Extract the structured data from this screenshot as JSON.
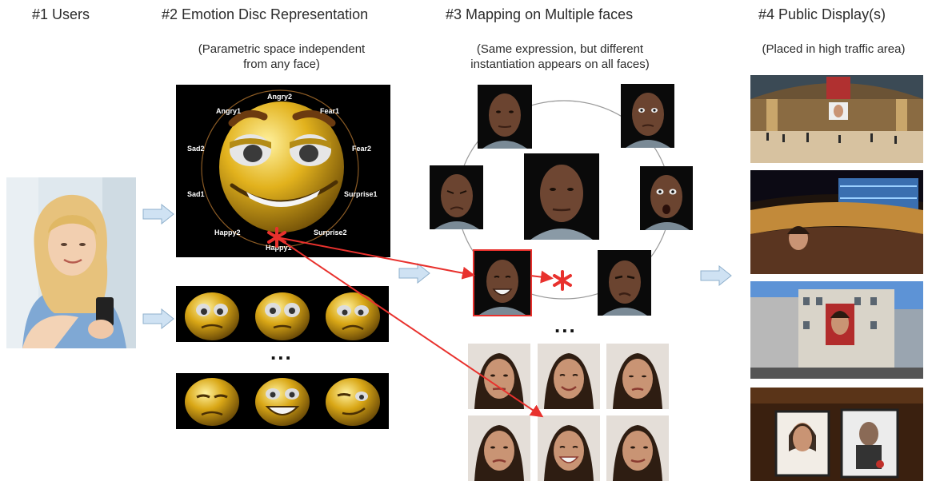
{
  "columns": [
    {
      "title": "#1 Users",
      "subtitle": ""
    },
    {
      "title": "#2 Emotion Disc Representation",
      "subtitle_lines": [
        "(Parametric space independent",
        "from any face)"
      ]
    },
    {
      "title": "#3 Mapping on Multiple faces",
      "subtitle_lines": [
        "(Same expression, but different",
        "instantiation appears on all faces)"
      ]
    },
    {
      "title": "#4 Public Display(s)",
      "subtitle_lines": [
        "(Placed in high traffic area)"
      ]
    }
  ],
  "disc_labels": {
    "angry2": "Angry2",
    "angry1": "Angry1",
    "fear1": "Fear1",
    "fear2": "Fear2",
    "sad2": "Sad2",
    "sad1": "Sad1",
    "surprise1": "Surprise1",
    "surprise2": "Surprise2",
    "happy2": "Happy2",
    "happy1": "Happy1"
  },
  "ellipsis": "...",
  "colors": {
    "accent_red": "#e8312d",
    "flow_arrow": "#cfe2f3",
    "flow_arrow_stroke": "#8fb0cc",
    "smiley": "#d8a516",
    "dark_bg": "#000000"
  }
}
